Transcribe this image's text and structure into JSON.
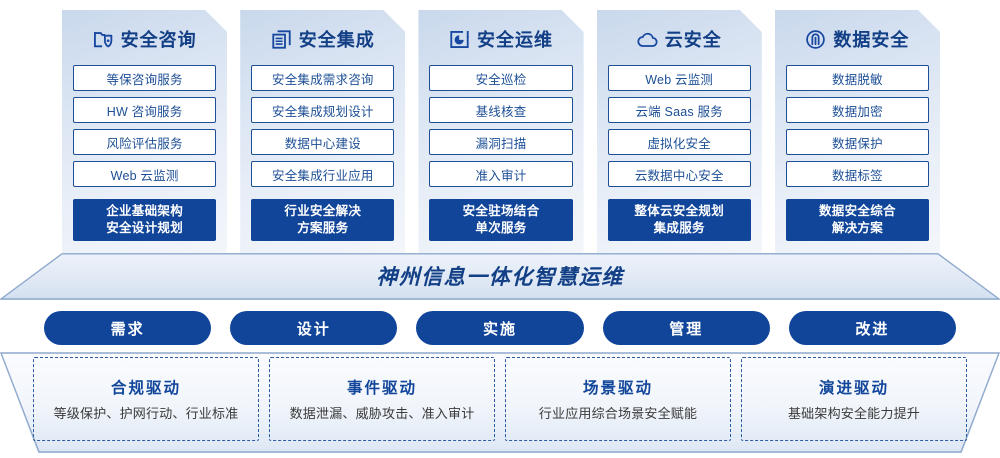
{
  "colors": {
    "primary_blue": "#10459a",
    "title_blue": "#123f86",
    "item_border": "#1c4f96",
    "dashed_border": "#2b5ba3",
    "card_bg_top": "#c9d8ec",
    "card_bg_bottom": "#f3f6fb"
  },
  "cards": [
    {
      "icon": "folder-shield-icon",
      "title": "安全咨询",
      "items": [
        "等保咨询服务",
        "HW 咨询服务",
        "风险评估服务",
        "Web 云监测"
      ],
      "footer": [
        "企业基础架构",
        "安全设计规划"
      ]
    },
    {
      "icon": "stacked-documents-icon",
      "title": "安全集成",
      "items": [
        "安全集成需求咨询",
        "安全集成规划设计",
        "数据中心建设",
        "安全集成行业应用"
      ],
      "footer": [
        "行业安全解决",
        "方案服务"
      ]
    },
    {
      "icon": "monitor-chart-icon",
      "title": "安全运维",
      "items": [
        "安全巡检",
        "基线核查",
        "漏洞扫描",
        "准入审计"
      ],
      "footer": [
        "安全驻场结合",
        "单次服务"
      ]
    },
    {
      "icon": "cloud-icon",
      "title": "云安全",
      "items": [
        "Web 云监测",
        "云端 Saas 服务",
        "虚拟化安全",
        "云数据中心安全"
      ],
      "footer": [
        "整体云安全规划",
        "集成服务"
      ]
    },
    {
      "icon": "fingerprint-circle-icon",
      "title": "数据安全",
      "items": [
        "数据脱敏",
        "数据加密",
        "数据保护",
        "数据标签"
      ],
      "footer": [
        "数据安全综合",
        "解决方案"
      ]
    }
  ],
  "banner": {
    "title": "神州信息一体化智慧运维"
  },
  "pills": [
    {
      "label": "需求"
    },
    {
      "label": "设计"
    },
    {
      "label": "实施"
    },
    {
      "label": "管理"
    },
    {
      "label": "改进"
    }
  ],
  "drivers": [
    {
      "title": "合规驱动",
      "desc": "等级保护、护网行动、行业标准"
    },
    {
      "title": "事件驱动",
      "desc": "数据泄漏、威胁攻击、准入审计"
    },
    {
      "title": "场景驱动",
      "desc": "行业应用综合场景安全赋能"
    },
    {
      "title": "演进驱动",
      "desc": "基础架构安全能力提升"
    }
  ]
}
